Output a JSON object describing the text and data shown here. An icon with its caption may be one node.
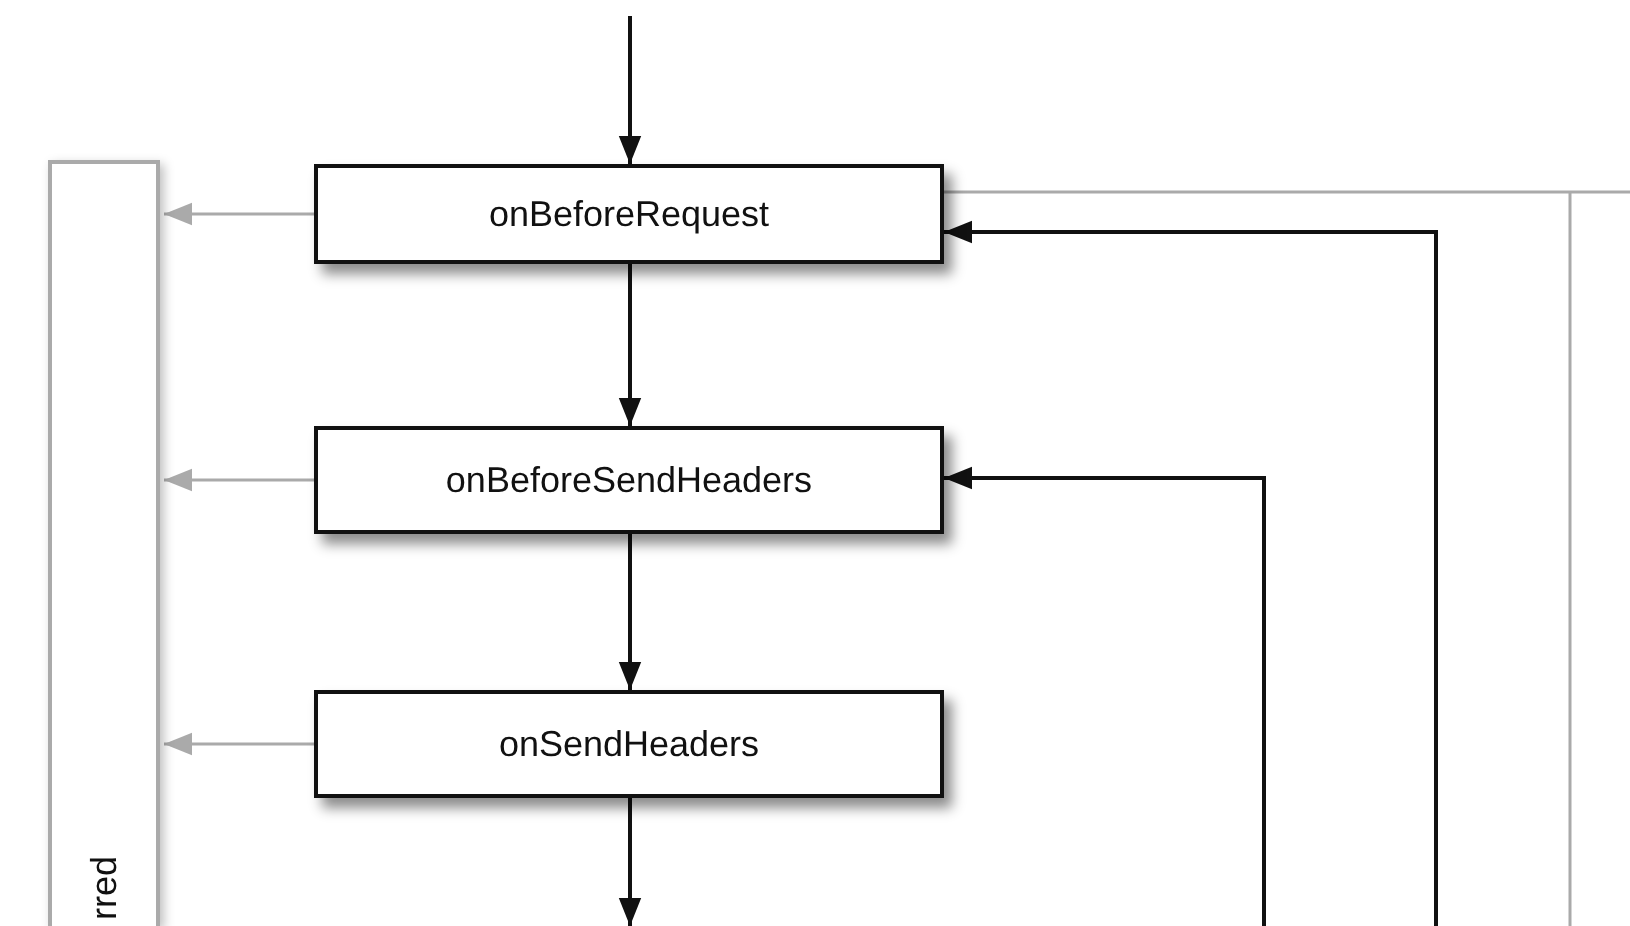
{
  "diagram": {
    "nodes": [
      {
        "text": [
          "rred"
        ]
      },
      {
        "text": [
          "onBeforeRequest"
        ]
      },
      {
        "text": [
          "onBeforeSendHeaders"
        ]
      },
      {
        "text": [
          "onSendHeaders"
        ]
      }
    ],
    "edges": [
      {
        "from": null,
        "to": 1,
        "arrow": "to"
      },
      {
        "from": 1,
        "to": 2,
        "arrow": "to"
      },
      {
        "from": 2,
        "to": 3,
        "arrow": "to"
      },
      {
        "from": 3,
        "to": null,
        "arrow": "to"
      },
      {
        "from": 1,
        "to": 0,
        "arrow": "to",
        "color": "#aaaaaa"
      },
      {
        "from": 2,
        "to": 0,
        "arrow": "to",
        "color": "#aaaaaa"
      },
      {
        "from": 3,
        "to": 0,
        "arrow": "to",
        "color": "#aaaaaa"
      },
      {
        "from": null,
        "to": 1,
        "arrow": "to"
      },
      {
        "from": null,
        "to": 2,
        "arrow": "to"
      },
      {
        "from": 1,
        "to": null,
        "arrow": "none",
        "color": "#aaaaaa"
      }
    ]
  }
}
